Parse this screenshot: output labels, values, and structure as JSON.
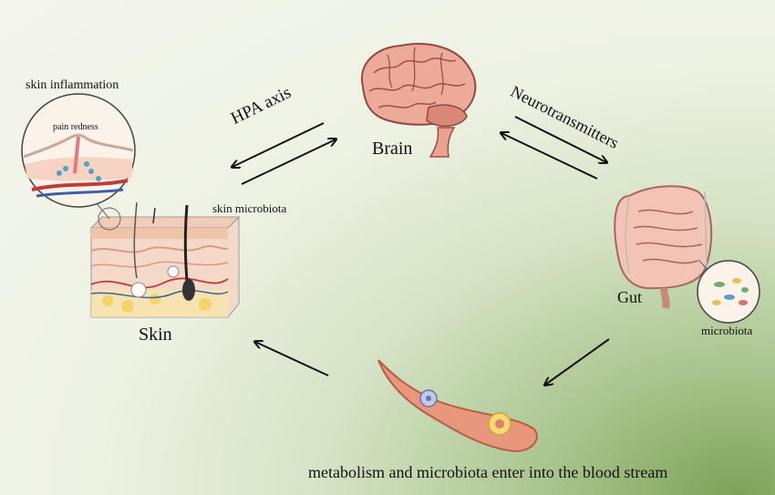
{
  "labels": {
    "skin_inflammation": "skin inflammation",
    "pain_redness": "pain redness",
    "skin_microbiota": "skin microbiota",
    "skin": "Skin",
    "brain": "Brain",
    "hpa_axis": "HPA axis",
    "neurotransmitters": "Neurotransmitters",
    "gut": "Gut",
    "microbiota": "microbiota",
    "blood_stream": "metabolism and microbiota enter into the blood stream"
  }
}
